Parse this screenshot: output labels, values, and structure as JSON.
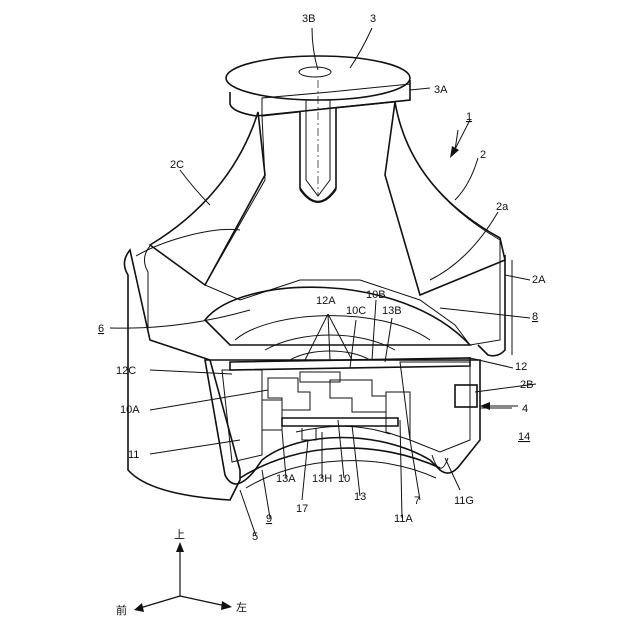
{
  "labels": {
    "l_3B": "3B",
    "l_3": "3",
    "l_3A": "3A",
    "l_1": "1",
    "l_2": "2",
    "l_2C": "2C",
    "l_2a": "2a",
    "l_2A": "2A",
    "l_10B": "10B",
    "l_12A": "12A",
    "l_10C": "10C",
    "l_13B": "13B",
    "l_6": "6",
    "l_8": "8",
    "l_12": "12",
    "l_12C": "12C",
    "l_2B": "2B",
    "l_10A": "10A",
    "l_4": "4",
    "l_14": "14",
    "l_11": "11",
    "l_13A": "13A",
    "l_13H": "13H",
    "l_10": "10",
    "l_13": "13",
    "l_7": "7",
    "l_11G": "11G",
    "l_17": "17",
    "l_11A": "11A",
    "l_9": "9",
    "l_5": "5"
  },
  "axes": {
    "up": "上",
    "front": "前",
    "left": "左"
  }
}
